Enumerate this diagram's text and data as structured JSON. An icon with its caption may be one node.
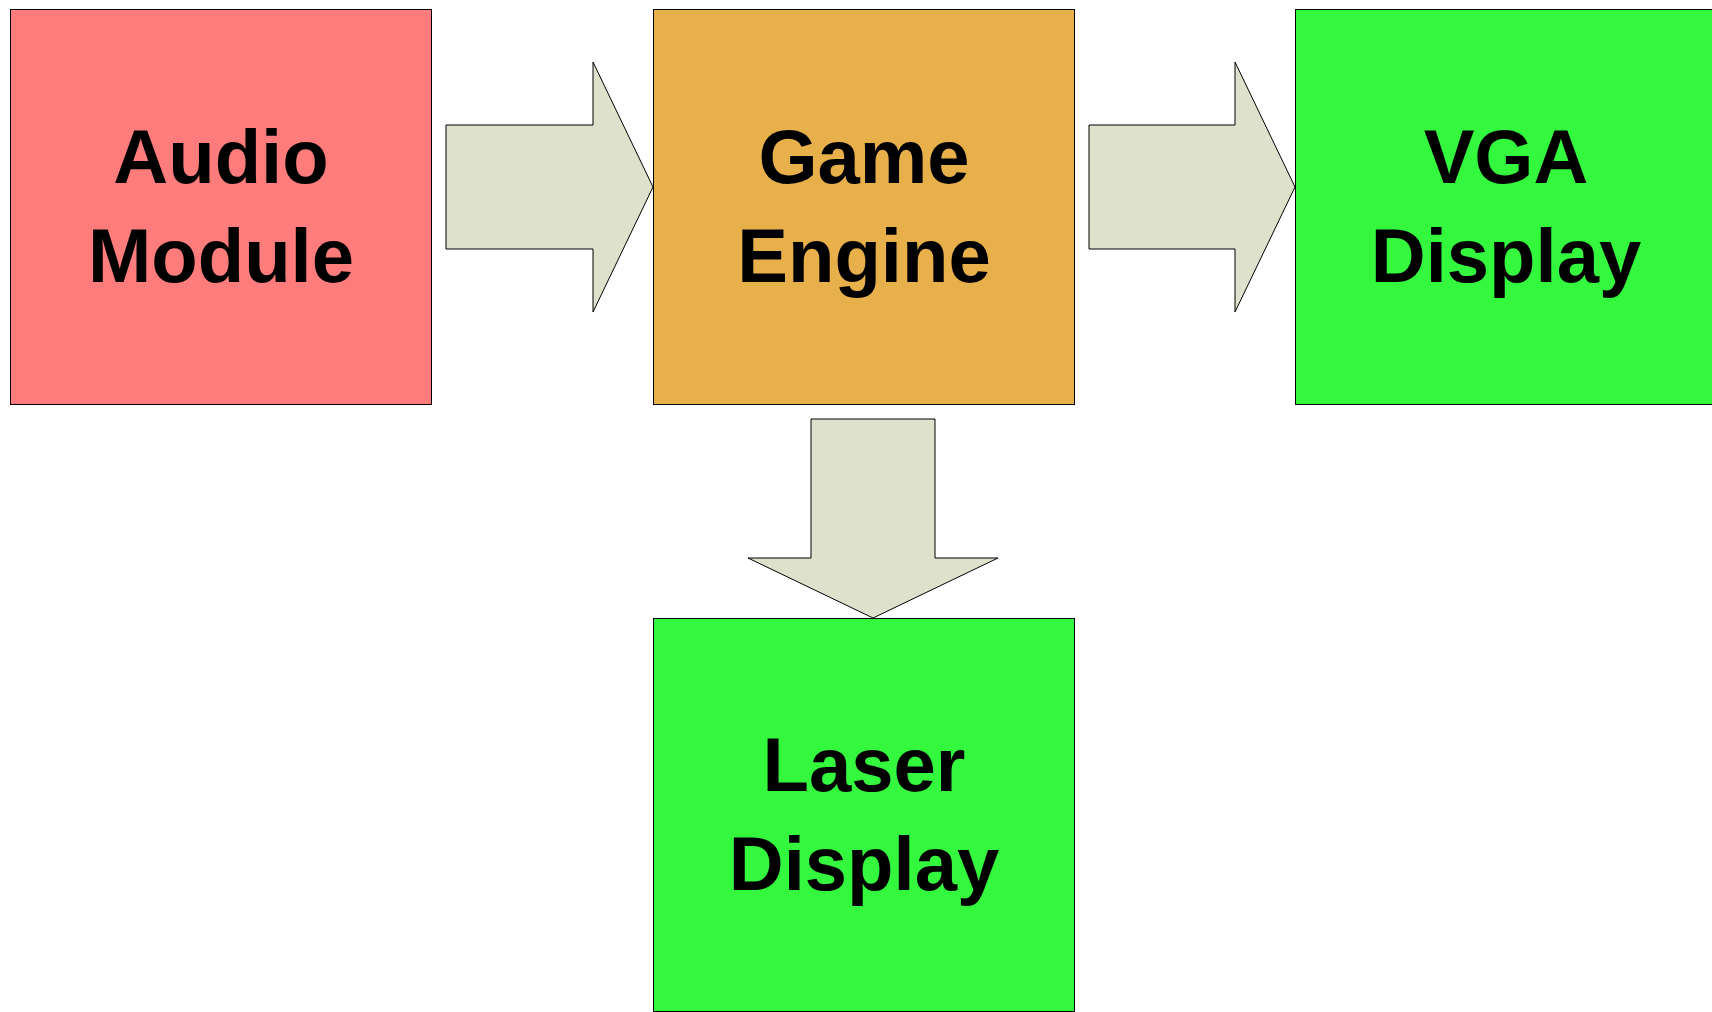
{
  "diagram": {
    "nodes": [
      {
        "text": [
          "Audio Module"
        ]
      },
      {
        "text": [
          "Game Engine"
        ]
      },
      {
        "text": [
          "VGA Display"
        ]
      },
      {
        "text": [
          "Laser Display"
        ]
      }
    ],
    "edges": [
      {
        "from": 0,
        "to": 1,
        "arrow": "to"
      },
      {
        "from": 1,
        "to": 2,
        "arrow": "to"
      },
      {
        "from": 1,
        "to": 3,
        "arrow": "to"
      }
    ]
  }
}
